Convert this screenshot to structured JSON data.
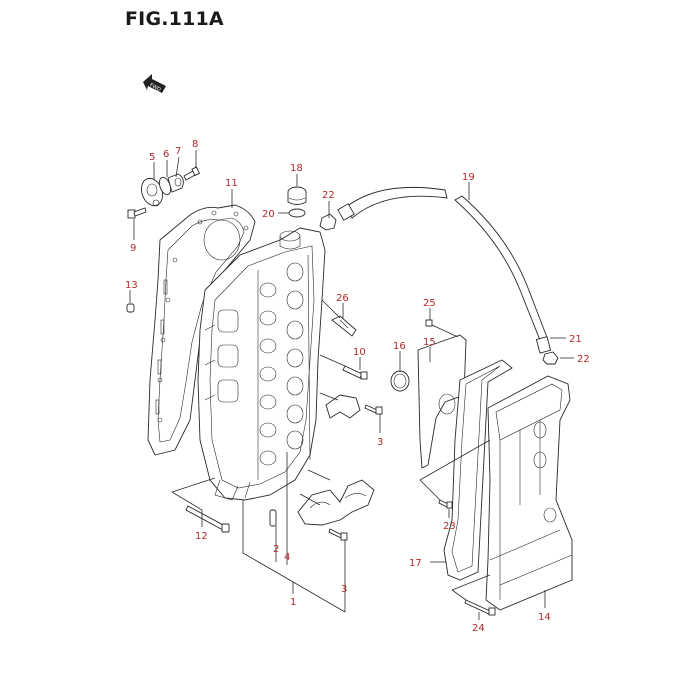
{
  "figure": {
    "title": "FIG.111A",
    "direction_badge": "FWD",
    "label_color": "#b22a2a",
    "line_color": "#2a2a2a"
  },
  "callouts": [
    {
      "id": "1",
      "part": "cylinder-head-assembly"
    },
    {
      "id": "2",
      "part": "dowel-pin"
    },
    {
      "id": "3",
      "part": "bolt"
    },
    {
      "id": "4",
      "part": "stud"
    },
    {
      "id": "5",
      "part": "thermostat-cover"
    },
    {
      "id": "6",
      "part": "gasket"
    },
    {
      "id": "7",
      "part": "thermostat"
    },
    {
      "id": "8",
      "part": "bolt"
    },
    {
      "id": "9",
      "part": "bolt"
    },
    {
      "id": "10",
      "part": "bolt"
    },
    {
      "id": "11",
      "part": "head-gasket"
    },
    {
      "id": "12",
      "part": "bolt"
    },
    {
      "id": "13",
      "part": "dowel-pin"
    },
    {
      "id": "14",
      "part": "cylinder-head-cover"
    },
    {
      "id": "15",
      "part": "plate"
    },
    {
      "id": "16",
      "part": "o-ring"
    },
    {
      "id": "17",
      "part": "cover-gasket"
    },
    {
      "id": "18",
      "part": "oil-filler-cap"
    },
    {
      "id": "19",
      "part": "breather-hose"
    },
    {
      "id": "20",
      "part": "o-ring"
    },
    {
      "id": "21",
      "part": "hose"
    },
    {
      "id": "22",
      "part": "clip"
    },
    {
      "id": "22b",
      "part": "clip"
    },
    {
      "id": "23",
      "part": "bolt"
    },
    {
      "id": "24",
      "part": "bolt"
    },
    {
      "id": "25",
      "part": "screw"
    },
    {
      "id": "26",
      "part": "spark-plug"
    }
  ],
  "labels": {
    "l1": "1",
    "l2": "2",
    "l3a": "3",
    "l3b": "3",
    "l4": "4",
    "l5": "5",
    "l6": "6",
    "l7": "7",
    "l8": "8",
    "l9": "9",
    "l10": "10",
    "l11": "11",
    "l12": "12",
    "l13": "13",
    "l14": "14",
    "l15": "15",
    "l16": "16",
    "l17": "17",
    "l18": "18",
    "l19": "19",
    "l20": "20",
    "l21": "21",
    "l22a": "22",
    "l22b": "22",
    "l23": "23",
    "l24": "24",
    "l25": "25",
    "l26": "26"
  }
}
